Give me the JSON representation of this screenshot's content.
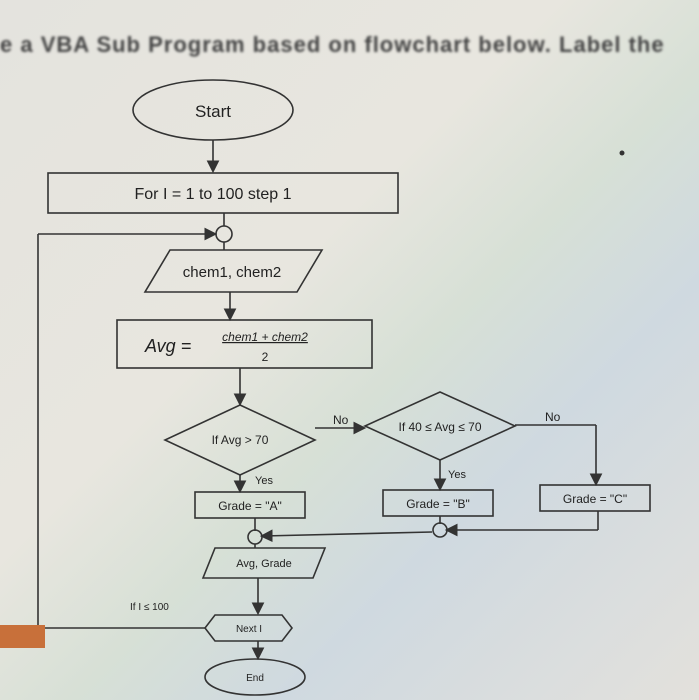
{
  "header_text": "e a VBA Sub Program based on flowchart below. Label the",
  "flowchart": {
    "start": "Start",
    "loop": "For I = 1 to 100 step 1",
    "input": "chem1, chem2",
    "avg_lhs": "Avg =",
    "avg_num": "chem1 + chem2",
    "avg_den": "2",
    "decision1": "If Avg > 70",
    "decision2": "If 40 ≤ Avg ≤ 70",
    "no1": "No",
    "no2": "No",
    "yes1": "Yes",
    "yes2": "Yes",
    "grade_a": "Grade = \"A\"",
    "grade_b": "Grade = \"B\"",
    "grade_c": "Grade = \"C\"",
    "output": "Avg, Grade",
    "loop_condition": "If I ≤ 100",
    "next": "Next I",
    "end": "End"
  }
}
